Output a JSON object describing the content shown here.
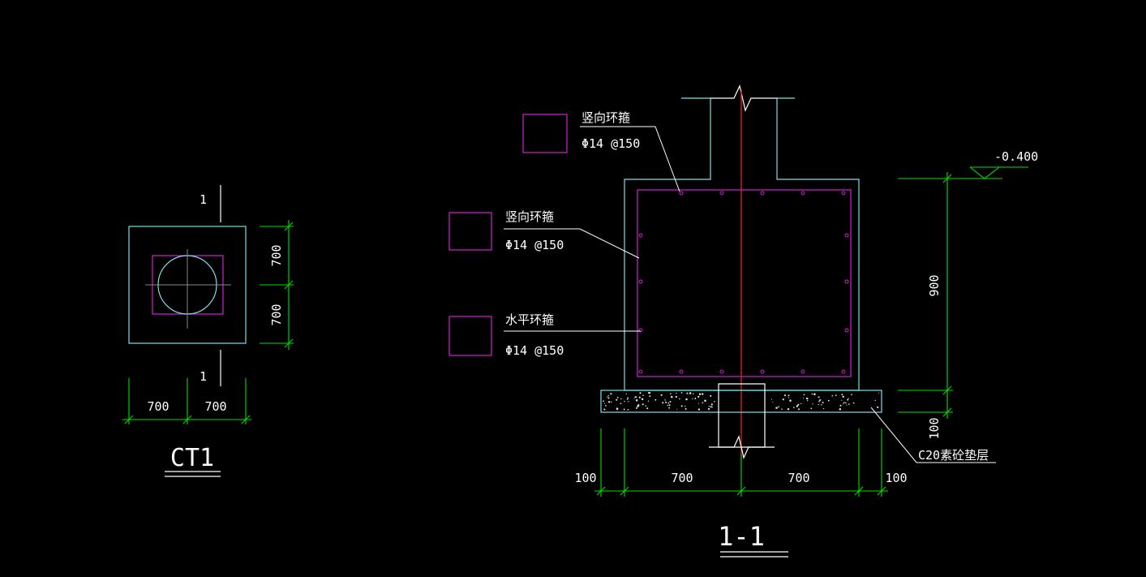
{
  "plan": {
    "title": "CT1",
    "section_mark": "1",
    "dims_vertical": [
      "700",
      "700"
    ],
    "dims_horizontal": [
      "700",
      "700"
    ]
  },
  "section": {
    "title": "1-1",
    "elevation": "-0.400",
    "dims_vertical": [
      "900",
      "100"
    ],
    "dims_horizontal": [
      "100",
      "700",
      "700",
      "100"
    ],
    "cushion_label": "C20素砼垫层",
    "rebar_notes": [
      {
        "name": "竖向环箍",
        "spec": "Φ14 @150"
      },
      {
        "name": "竖向环箍",
        "spec": "Φ14 @150"
      },
      {
        "name": "水平环箍",
        "spec": "Φ14 @150"
      }
    ]
  },
  "colors": {
    "background": "#000000",
    "outline": "#7fdfe6",
    "rebar": "#d020d0",
    "dimension": "#00e000",
    "text": "#ffffff",
    "centerline": "#ff2020"
  }
}
